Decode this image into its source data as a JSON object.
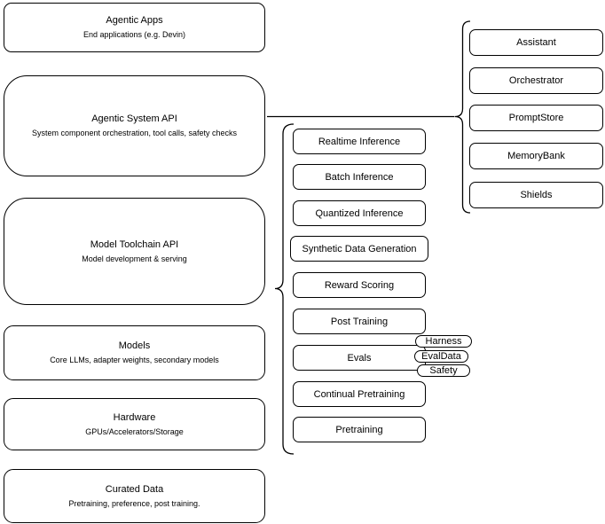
{
  "stack": {
    "boxes": [
      {
        "title": "Agentic Apps",
        "subtitle": "End applications (e.g. Devin)"
      },
      {
        "title": "Agentic System API",
        "subtitle": "System component orchestration, tool calls, safety checks"
      },
      {
        "title": "Model Toolchain API",
        "subtitle": "Model development & serving"
      },
      {
        "title": "Models",
        "subtitle": "Core LLMs, adapter weights, secondary models"
      },
      {
        "title": "Hardware",
        "subtitle": "GPUs/Accelerators/Storage"
      },
      {
        "title": "Curated Data",
        "subtitle": "Pretraining, preference, post training."
      }
    ]
  },
  "toolchain": {
    "items": [
      "Realtime Inference",
      "Batch Inference",
      "Quantized Inference",
      "Synthetic Data Generation",
      "Reward Scoring",
      "Post Training",
      "Evals",
      "Continual Pretraining",
      "Pretraining"
    ],
    "evals_tags": [
      "Harness",
      "EvalData",
      "Safety"
    ]
  },
  "system_components": {
    "items": [
      "Assistant",
      "Orchestrator",
      "PromptStore",
      "MemoryBank",
      "Shields"
    ]
  },
  "colors": {
    "stroke": "#000000",
    "background": "#ffffff",
    "text": "#000000"
  }
}
